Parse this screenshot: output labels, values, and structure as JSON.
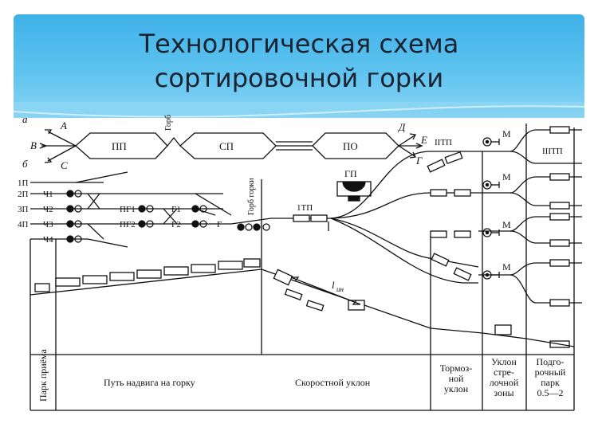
{
  "title": {
    "line1": "Технологическая схема",
    "line2": "сортировочной горки"
  },
  "scheme_a": {
    "tag": "а",
    "in_labels": [
      "А",
      "В",
      "С"
    ],
    "out_labels": [
      "Д",
      "Е",
      "Г"
    ],
    "blocks": [
      "ПП",
      "СП",
      "ПО"
    ],
    "hump": "Горб",
    "depot": "ГП"
  },
  "scheme_b": {
    "tag": "б",
    "tracks": [
      "1П",
      "2П",
      "3П",
      "4П"
    ],
    "tracks_ch": [
      "Ч1",
      "Ч2",
      "Ч3",
      "Ч4"
    ],
    "signals_mid": [
      "ПГ1",
      "Г1",
      "ПГ2",
      "Г2",
      "Г"
    ],
    "hump_top": "Горб горки",
    "brake_position_1": "1ТП",
    "brake_position_2": "IIТП",
    "brake_position_3": "IIIТП",
    "retarder_mark": "М",
    "speed_label": "ин"
  },
  "zones": [
    "Парк приёма",
    "Путь надвига на горку",
    "Скоростной уклон",
    "Тормоз-\nной\nуклон",
    "Уклон\nстре-\nлочной\nзоны",
    "Подго-\nрочный\nпарк\n0.5—2"
  ],
  "colors": {
    "header_top": "#3fb1e8",
    "header_bottom": "#8ad4f4",
    "ink": "#111111"
  }
}
